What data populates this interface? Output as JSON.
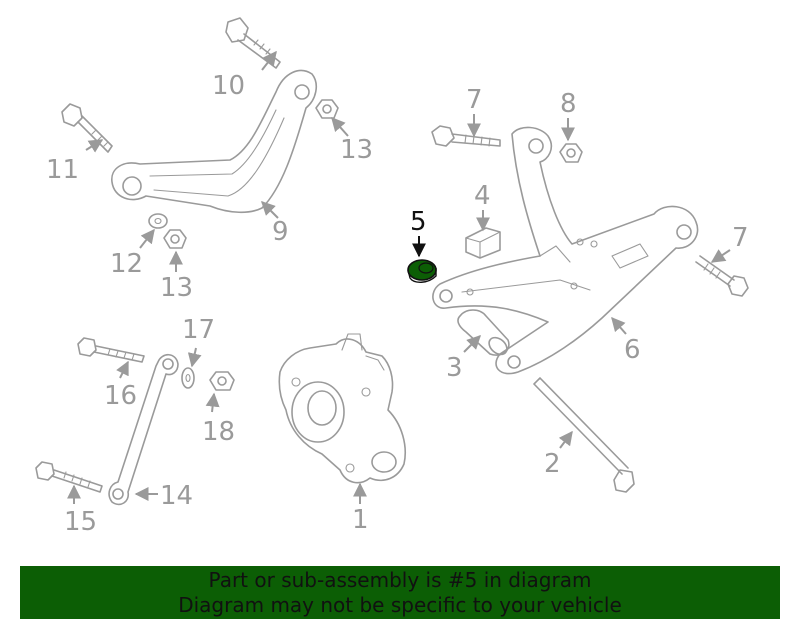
{
  "highlighted_part": "5",
  "colors": {
    "highlight": "#0c5e05",
    "line": "#9a9a9a",
    "banner_bg": "#0c5e05"
  },
  "callouts": {
    "c1": "1",
    "c2": "2",
    "c3": "3",
    "c4": "4",
    "c5": "5",
    "c6": "6",
    "c7a": "7",
    "c7b": "7",
    "c8": "8",
    "c9": "9",
    "c10": "10",
    "c11": "11",
    "c12": "12",
    "c13a": "13",
    "c13b": "13",
    "c14": "14",
    "c15": "15",
    "c16": "16",
    "c17": "17",
    "c18": "18"
  },
  "banner": {
    "line1": "Part or sub-assembly is #5 in diagram",
    "line2": "Diagram may not be specific to your vehicle"
  }
}
